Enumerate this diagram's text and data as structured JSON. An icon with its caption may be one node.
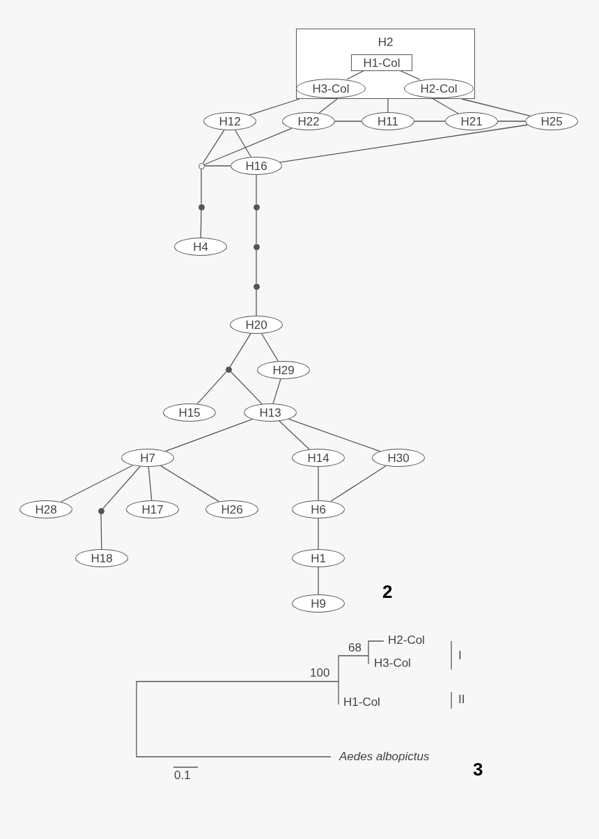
{
  "diagram": {
    "nodes": [
      {
        "text": [
          "H2"
        ]
      },
      {
        "text": [
          "H1-Col"
        ],
        "in": 0
      },
      {
        "text": [
          "H3-Col"
        ],
        "in": 0
      },
      {
        "text": [
          "H2-Col"
        ],
        "in": 0
      },
      {
        "text": [
          "H12"
        ]
      },
      {
        "text": [
          "H22"
        ]
      },
      {
        "text": [
          "H11"
        ]
      },
      {
        "text": [
          "H21"
        ]
      },
      {
        "text": [
          "H25"
        ]
      },
      {
        "text": [],
        "shape": "circle"
      },
      {
        "text": [
          "H16"
        ]
      },
      {
        "text": [],
        "shape": "circle"
      },
      {
        "text": [],
        "shape": "circle"
      },
      {
        "text": [
          "H4"
        ]
      },
      {
        "text": [],
        "shape": "circle"
      },
      {
        "text": [],
        "shape": "circle"
      },
      {
        "text": [
          "H20"
        ]
      },
      {
        "text": [],
        "shape": "circle"
      },
      {
        "text": [
          "H29"
        ]
      },
      {
        "text": [
          "H15"
        ]
      },
      {
        "text": [
          "H13"
        ]
      },
      {
        "text": [
          "H7"
        ]
      },
      {
        "text": [
          "H14"
        ]
      },
      {
        "text": [
          "H30"
        ]
      },
      {
        "text": [
          "H28"
        ]
      },
      {
        "text": [],
        "shape": "circle"
      },
      {
        "text": [
          "H17"
        ]
      },
      {
        "text": [
          "H26"
        ]
      },
      {
        "text": [
          "H6"
        ]
      },
      {
        "text": [
          "H18"
        ]
      },
      {
        "text": [
          "H1"
        ]
      },
      {
        "text": [
          "H9"
        ]
      }
    ],
    "edges": [
      {
        "from": 1,
        "to": 2,
        "arrow": "none"
      },
      {
        "from": 1,
        "to": 3,
        "arrow": "none"
      },
      {
        "from": 0,
        "to": 4,
        "arrow": "none"
      },
      {
        "from": 0,
        "to": 5,
        "arrow": "none"
      },
      {
        "from": 0,
        "to": 6,
        "arrow": "none"
      },
      {
        "from": 0,
        "to": 7,
        "arrow": "none"
      },
      {
        "from": 0,
        "to": 8,
        "arrow": "none"
      },
      {
        "from": 5,
        "to": 6,
        "arrow": "none"
      },
      {
        "from": 6,
        "to": 7,
        "arrow": "none"
      },
      {
        "from": 7,
        "to": 8,
        "arrow": "none"
      },
      {
        "from": 4,
        "to": 9,
        "arrow": "none"
      },
      {
        "from": 4,
        "to": 10,
        "arrow": "none"
      },
      {
        "from": 5,
        "to": 9,
        "arrow": "none"
      },
      {
        "from": 9,
        "to": 10,
        "arrow": "none"
      },
      {
        "from": 10,
        "to": 8,
        "arrow": "none"
      },
      {
        "from": 9,
        "to": 11,
        "arrow": "none"
      },
      {
        "from": 11,
        "to": 13,
        "arrow": "none"
      },
      {
        "from": 10,
        "to": 12,
        "arrow": "none"
      },
      {
        "from": 12,
        "to": 14,
        "arrow": "none"
      },
      {
        "from": 14,
        "to": 15,
        "arrow": "none"
      },
      {
        "from": 15,
        "to": 16,
        "arrow": "none"
      },
      {
        "from": 16,
        "to": 17,
        "arrow": "none"
      },
      {
        "from": 16,
        "to": 18,
        "arrow": "none"
      },
      {
        "from": 17,
        "to": 19,
        "arrow": "none"
      },
      {
        "from": 17,
        "to": 20,
        "arrow": "none"
      },
      {
        "from": 18,
        "to": 20,
        "arrow": "none"
      },
      {
        "from": 20,
        "to": 21,
        "arrow": "none"
      },
      {
        "from": 20,
        "to": 22,
        "arrow": "none"
      },
      {
        "from": 20,
        "to": 23,
        "arrow": "none"
      },
      {
        "from": 22,
        "to": 28,
        "arrow": "none"
      },
      {
        "from": 23,
        "to": 28,
        "arrow": "none"
      },
      {
        "from": 28,
        "to": 30,
        "arrow": "none"
      },
      {
        "from": 30,
        "to": 31,
        "arrow": "none"
      },
      {
        "from": 21,
        "to": 24,
        "arrow": "none"
      },
      {
        "from": 21,
        "to": 25,
        "arrow": "none"
      },
      {
        "from": 21,
        "to": 26,
        "arrow": "none"
      },
      {
        "from": 21,
        "to": 27,
        "arrow": "none"
      },
      {
        "from": 25,
        "to": 29,
        "arrow": "none"
      }
    ],
    "labels": [
      "2",
      "68",
      "H2-Col",
      "I",
      "H3-Col",
      "100",
      "H1-Col",
      "II",
      "Aedes albopictus",
      "3",
      "0.1"
    ]
  }
}
